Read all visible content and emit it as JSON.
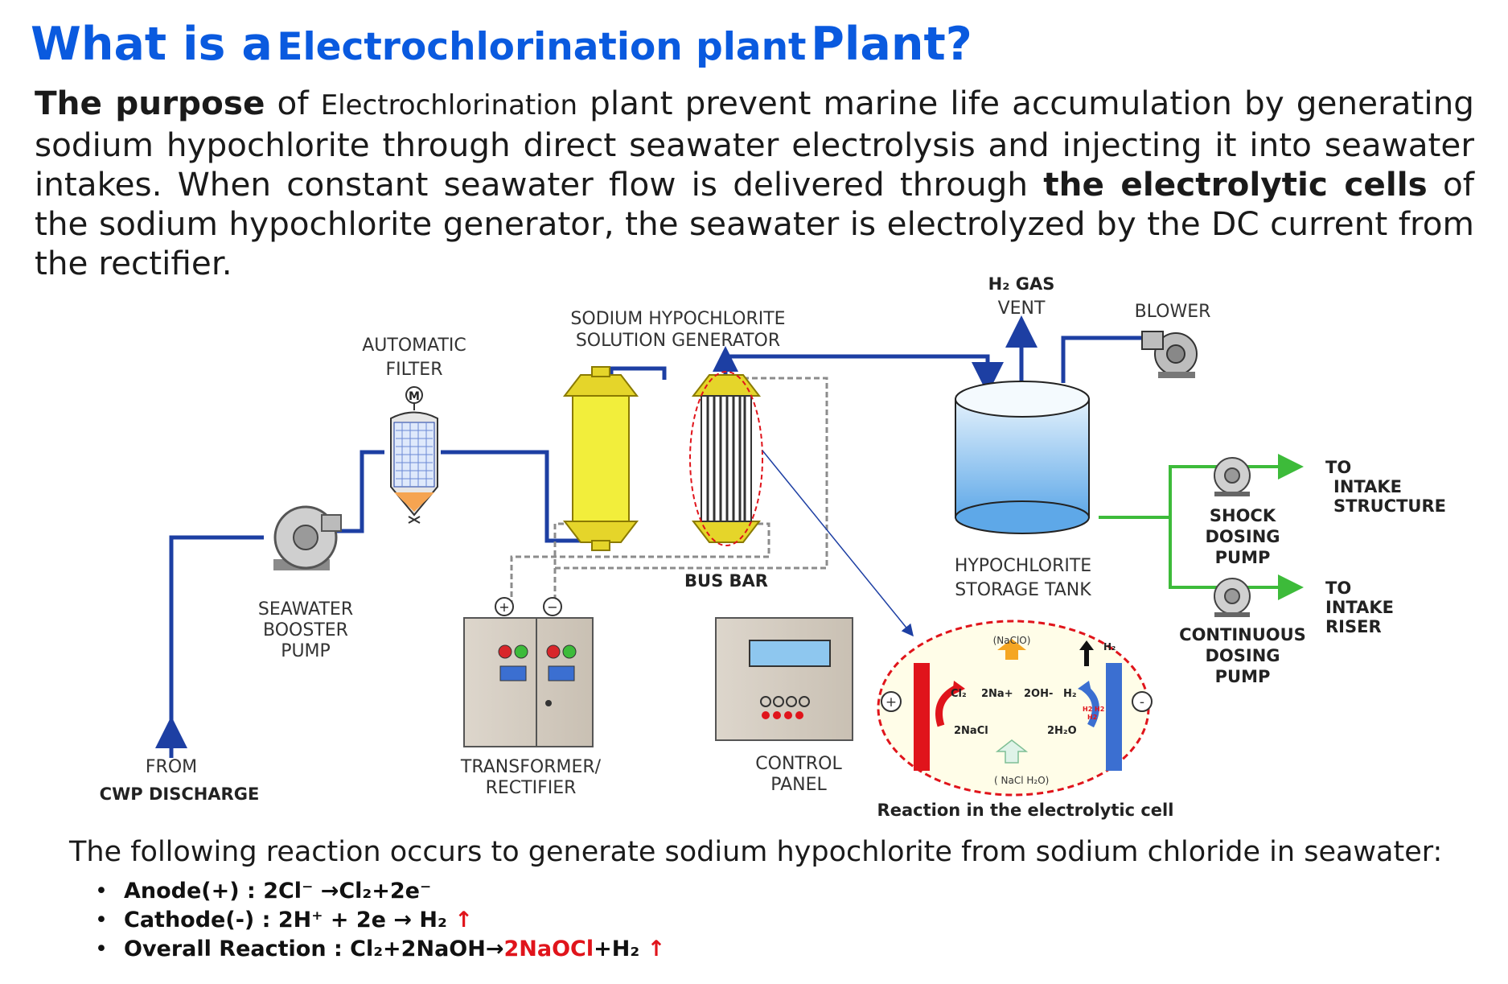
{
  "title": {
    "part1": "What is a",
    "part2": "Electrochlorination plant",
    "part3": "Plant?"
  },
  "intro": {
    "bold1": "The purpose",
    "t1": " of ",
    "small": "Electrochlorination",
    "t2": " plant prevent marine life accumulation by generating sodium hypochlorite through direct seawater electrolysis and injecting it into seawater intakes. When constant seawater flow is delivered through ",
    "bold2": "the electrolytic cells",
    "t3": " of the sodium hypochlorite generator, the seawater is electrolyzed by the DC current from the rectifier."
  },
  "diagram": {
    "h2_gas": "H₂ GAS",
    "vent": "VENT",
    "blower": "BLOWER",
    "gen1": "SODIUM HYPOCHLORITE",
    "gen2": "SOLUTION GENERATOR",
    "filter1": "AUTOMATIC",
    "filter2": "FILTER",
    "motor": "M",
    "tank1": "HYPOCHLORITE",
    "tank2": "STORAGE TANK",
    "busbar": "BUS BAR",
    "pump1": "SEAWATER",
    "pump2": "BOOSTER",
    "pump3": "PUMP",
    "from1": "FROM",
    "from2": "CWP DISCHARGE",
    "tr1": "TRANSFORMER/",
    "tr2": "RECTIFIER",
    "cp1": "CONTROL",
    "cp2": "PANEL",
    "shock1": "SHOCK",
    "shock2": "DOSING",
    "shock3": "PUMP",
    "cont1": "CONTINUOUS",
    "cont2": "DOSING",
    "cont3": "PUMP",
    "to1a": "TO",
    "to1b": "INTAKE",
    "to1c": "STRUCTURE",
    "to2a": "TO",
    "to2b": "INTAKE",
    "to2c": "RISER",
    "cell": {
      "naclo": "(NaClO)",
      "h2": "H₂",
      "cl2": "Cl₂",
      "na": "2Na+",
      "oh": "2OH-",
      "h2b": "H₂",
      "nacl": "2NaCl",
      "h2o": "2H₂O",
      "nacl_h2o": "( NaCl   H₂O)",
      "h2x1": "H2  H2",
      "h2x2": "H2",
      "plus": "+",
      "minus": "-",
      "caption": "Reaction in the electrolytic cell"
    }
  },
  "follow": "The following reaction occurs to generate sodium hypochlorite from sodium chloride in seawater:",
  "eqs": [
    {
      "label": "Anode(+)   : 2Cl⁻ →Cl₂+2e⁻"
    },
    {
      "label": "Cathode(-) : 2H⁺ + 2e → H₂",
      "arrow": "↑"
    },
    {
      "label": "Overall Reaction : Cl₂+2NaOH→",
      "red": "2NaOCl",
      "tail": "+H₂",
      "arrow": "↑"
    }
  ],
  "colors": {
    "title": "#0a5adf",
    "pipe": "#1d3fa3",
    "green": "#3dbb3a",
    "red": "#e0141b",
    "yellow": "#f2ee3b",
    "tank": "#7fb8ec"
  }
}
